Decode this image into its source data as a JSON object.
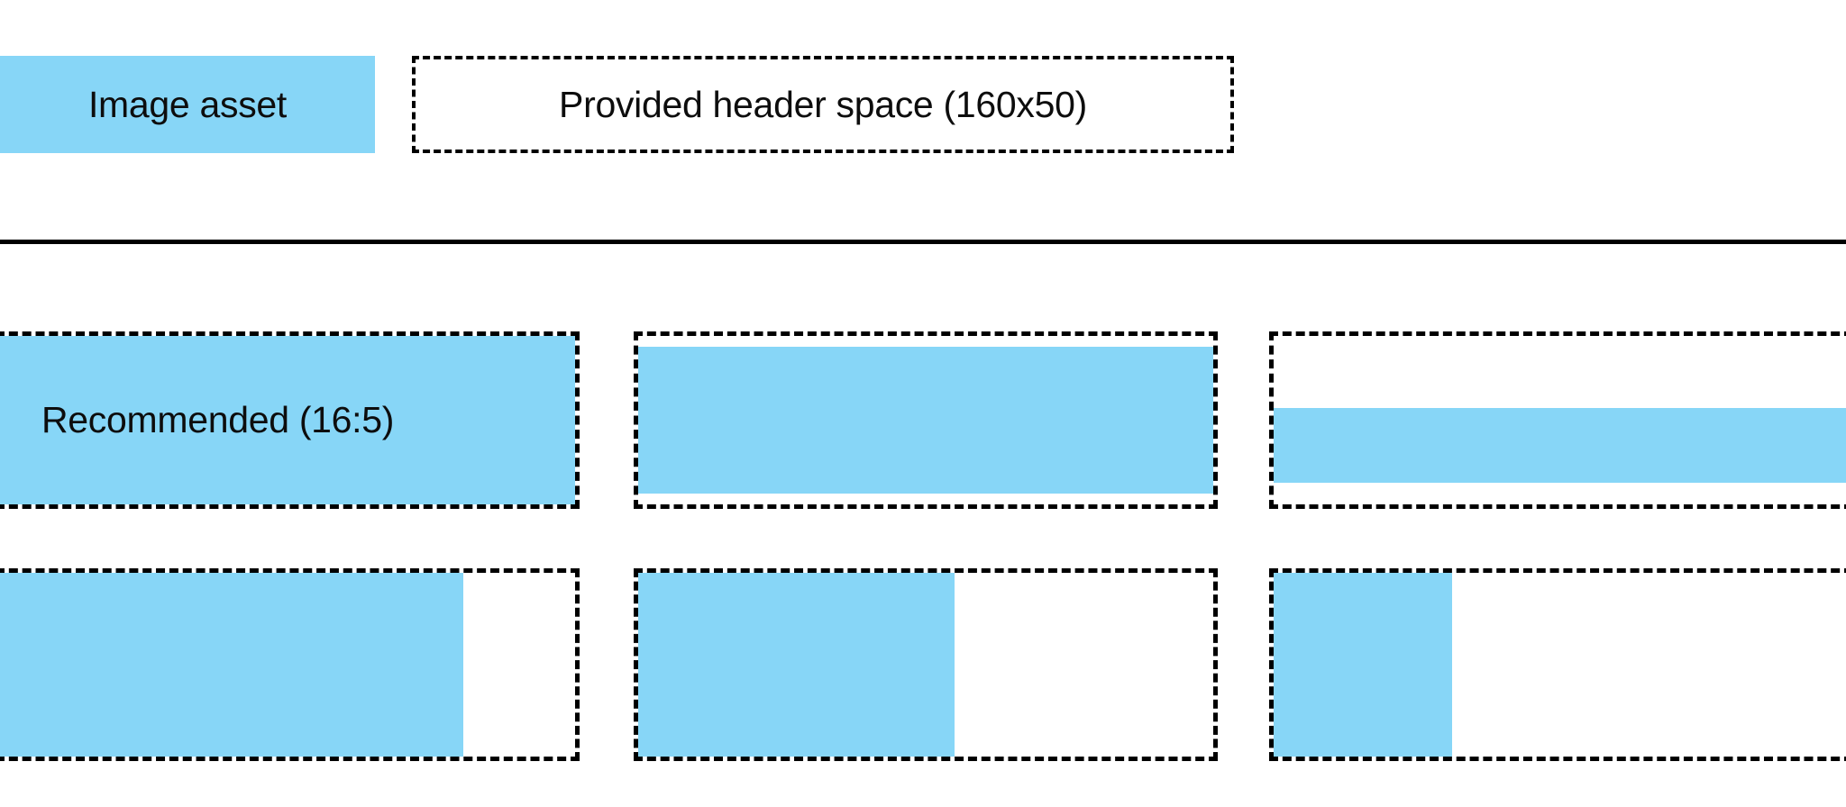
{
  "legend": {
    "swatch_label": "Image asset",
    "swatch_color": "#87D6F7",
    "box_label": "Provided header space (160x50)",
    "box_border_color": "#000000"
  },
  "divider": {
    "color": "#000000"
  },
  "samples": {
    "rows": [
      {
        "row_name": "recommended-ratio-row",
        "cells": [
          {
            "label": "Recommended (16:5)",
            "fill": "full"
          },
          {
            "label": "",
            "fill": "inset-vertical"
          },
          {
            "label": "",
            "fill": "centered-band"
          }
        ]
      },
      {
        "row_name": "narrow-asset-row",
        "cells": [
          {
            "label": "",
            "fill": "partial-width-80"
          },
          {
            "label": "",
            "fill": "partial-width-55"
          },
          {
            "label": "",
            "fill": "partial-width-31"
          }
        ]
      }
    ]
  },
  "colors": {
    "asset_blue": "#87D6F7",
    "outline_black": "#000000",
    "background_white": "#FFFFFF"
  }
}
